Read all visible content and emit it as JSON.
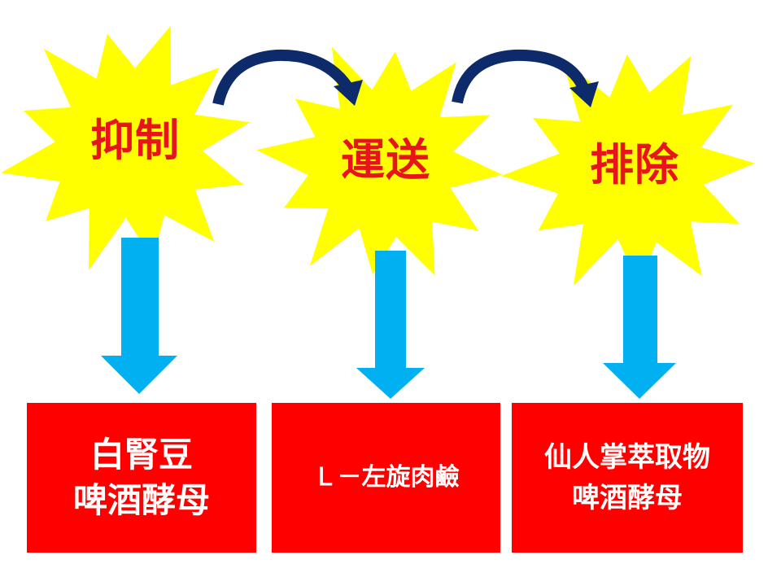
{
  "steps": [
    {
      "label": "抑制",
      "items": [
        "白腎豆",
        "啤酒酵母"
      ]
    },
    {
      "label": "運送",
      "items": [
        "Ｌ－左旋肉鹼"
      ]
    },
    {
      "label": "排除",
      "items": [
        "仙人掌萃取物",
        "啤酒酵母"
      ]
    }
  ],
  "colors": {
    "burst_fill": "#ffff00",
    "burst_label": "#e8141c",
    "down_arrow": "#00b0f0",
    "curve_arrow": "#0d2b6b",
    "box_fill": "#ff0000",
    "box_text": "#ffffff"
  }
}
